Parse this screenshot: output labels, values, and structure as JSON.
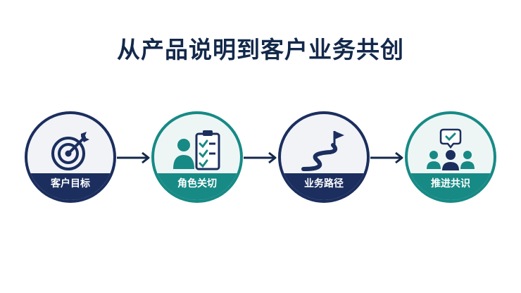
{
  "title": "从产品说明到客户业务共创",
  "steps": [
    {
      "label": "客户目标",
      "icon": "target-icon",
      "theme": "navy"
    },
    {
      "label": "角色关切",
      "icon": "person-checklist-icon",
      "theme": "teal"
    },
    {
      "label": "业务路径",
      "icon": "winding-path-flag-icon",
      "theme": "navy"
    },
    {
      "label": "推进共识",
      "icon": "group-consensus-icon",
      "theme": "teal"
    }
  ],
  "colors": {
    "navy": "#1b2e5e",
    "teal": "#178a85",
    "title": "#13294b"
  }
}
